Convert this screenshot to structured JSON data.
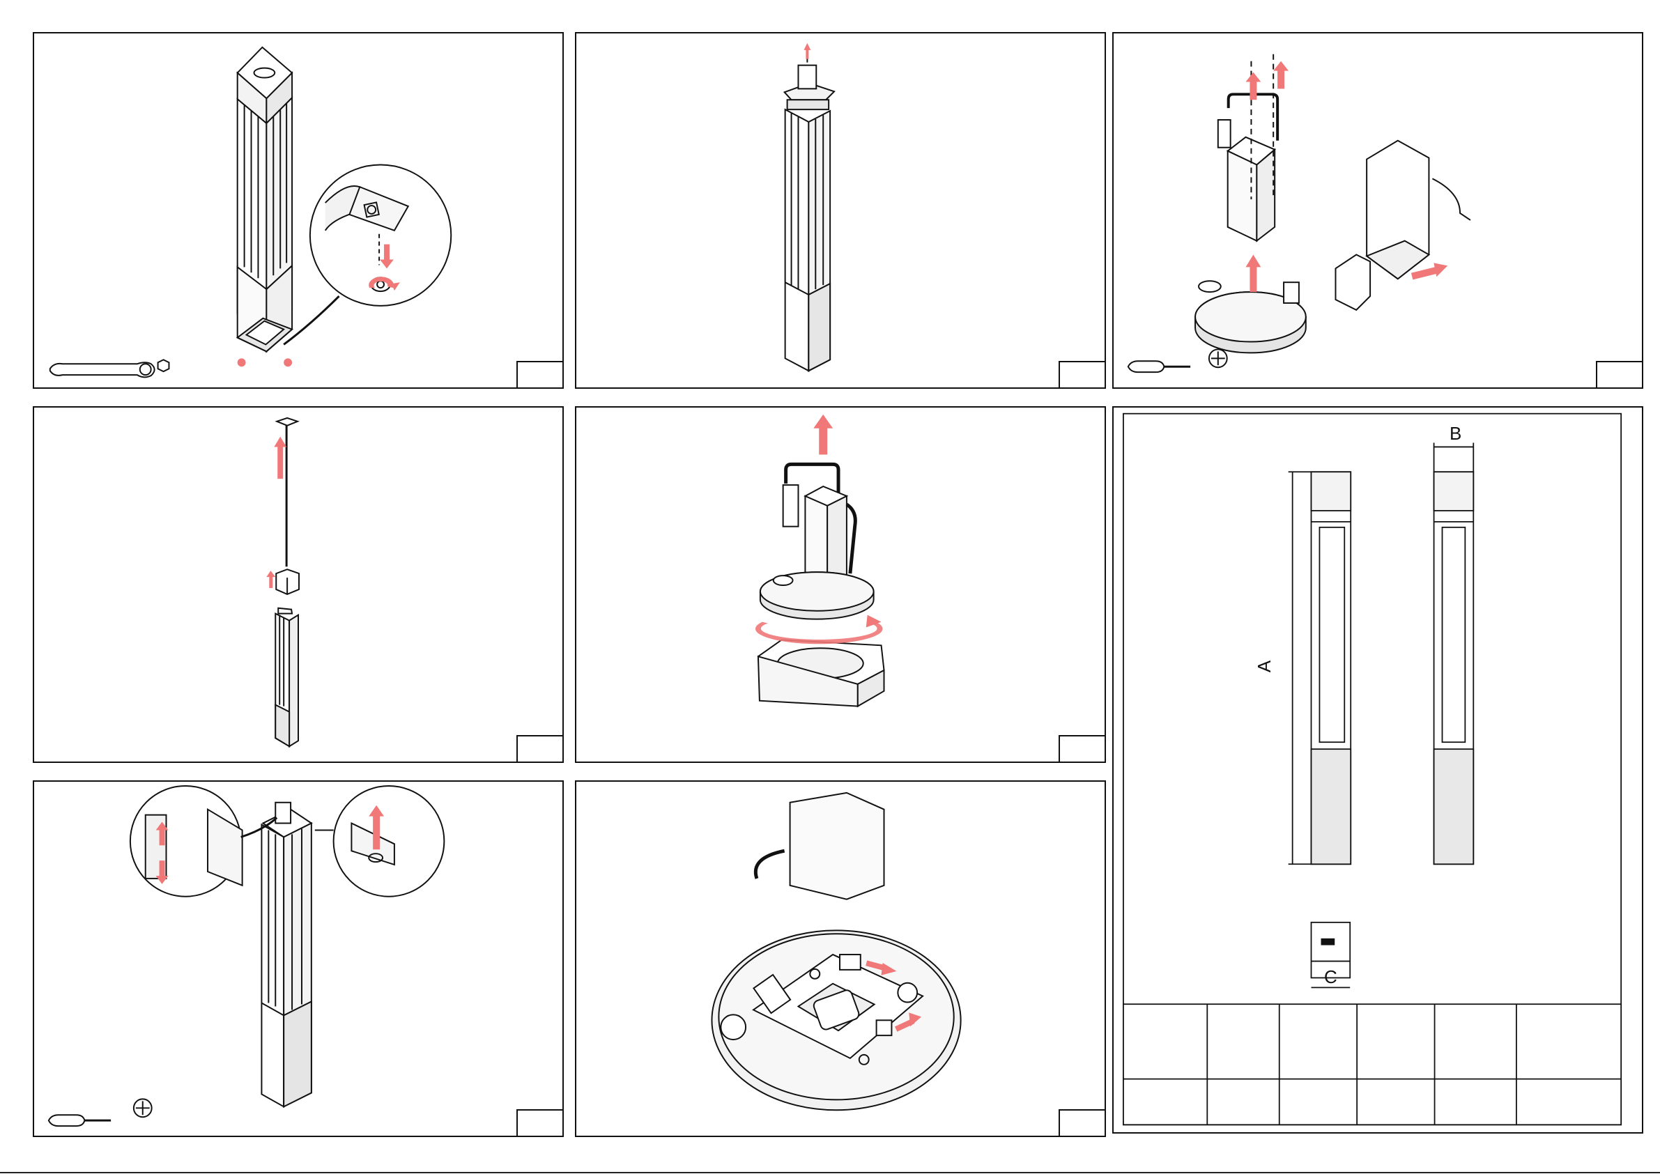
{
  "colors": {
    "line": "#111111",
    "arrow_accent": "#f07878",
    "fill_shade": "#e8e8e8",
    "paper": "#ffffff"
  },
  "panels": [
    {
      "id": "panel-1",
      "tools": [
        "wrench-icon",
        "hex-key-icon"
      ],
      "step": ""
    },
    {
      "id": "panel-2",
      "tools": [],
      "step": ""
    },
    {
      "id": "panel-3",
      "tools": [
        "screwdriver-icon",
        "phillips-head-icon"
      ],
      "step": ""
    },
    {
      "id": "panel-4",
      "tools": [],
      "step": ""
    },
    {
      "id": "panel-5",
      "tools": [],
      "step": ""
    },
    {
      "id": "panel-6",
      "tools": [],
      "step": ""
    },
    {
      "id": "panel-7",
      "tools": [
        "screwdriver-icon",
        "phillips-head-icon"
      ],
      "step": ""
    },
    {
      "id": "panel-8",
      "tools": [],
      "step": ""
    }
  ],
  "chart_data": {
    "type": "diagram",
    "dimension_labels": {
      "height": "A",
      "width": "B",
      "depth": "C"
    }
  }
}
